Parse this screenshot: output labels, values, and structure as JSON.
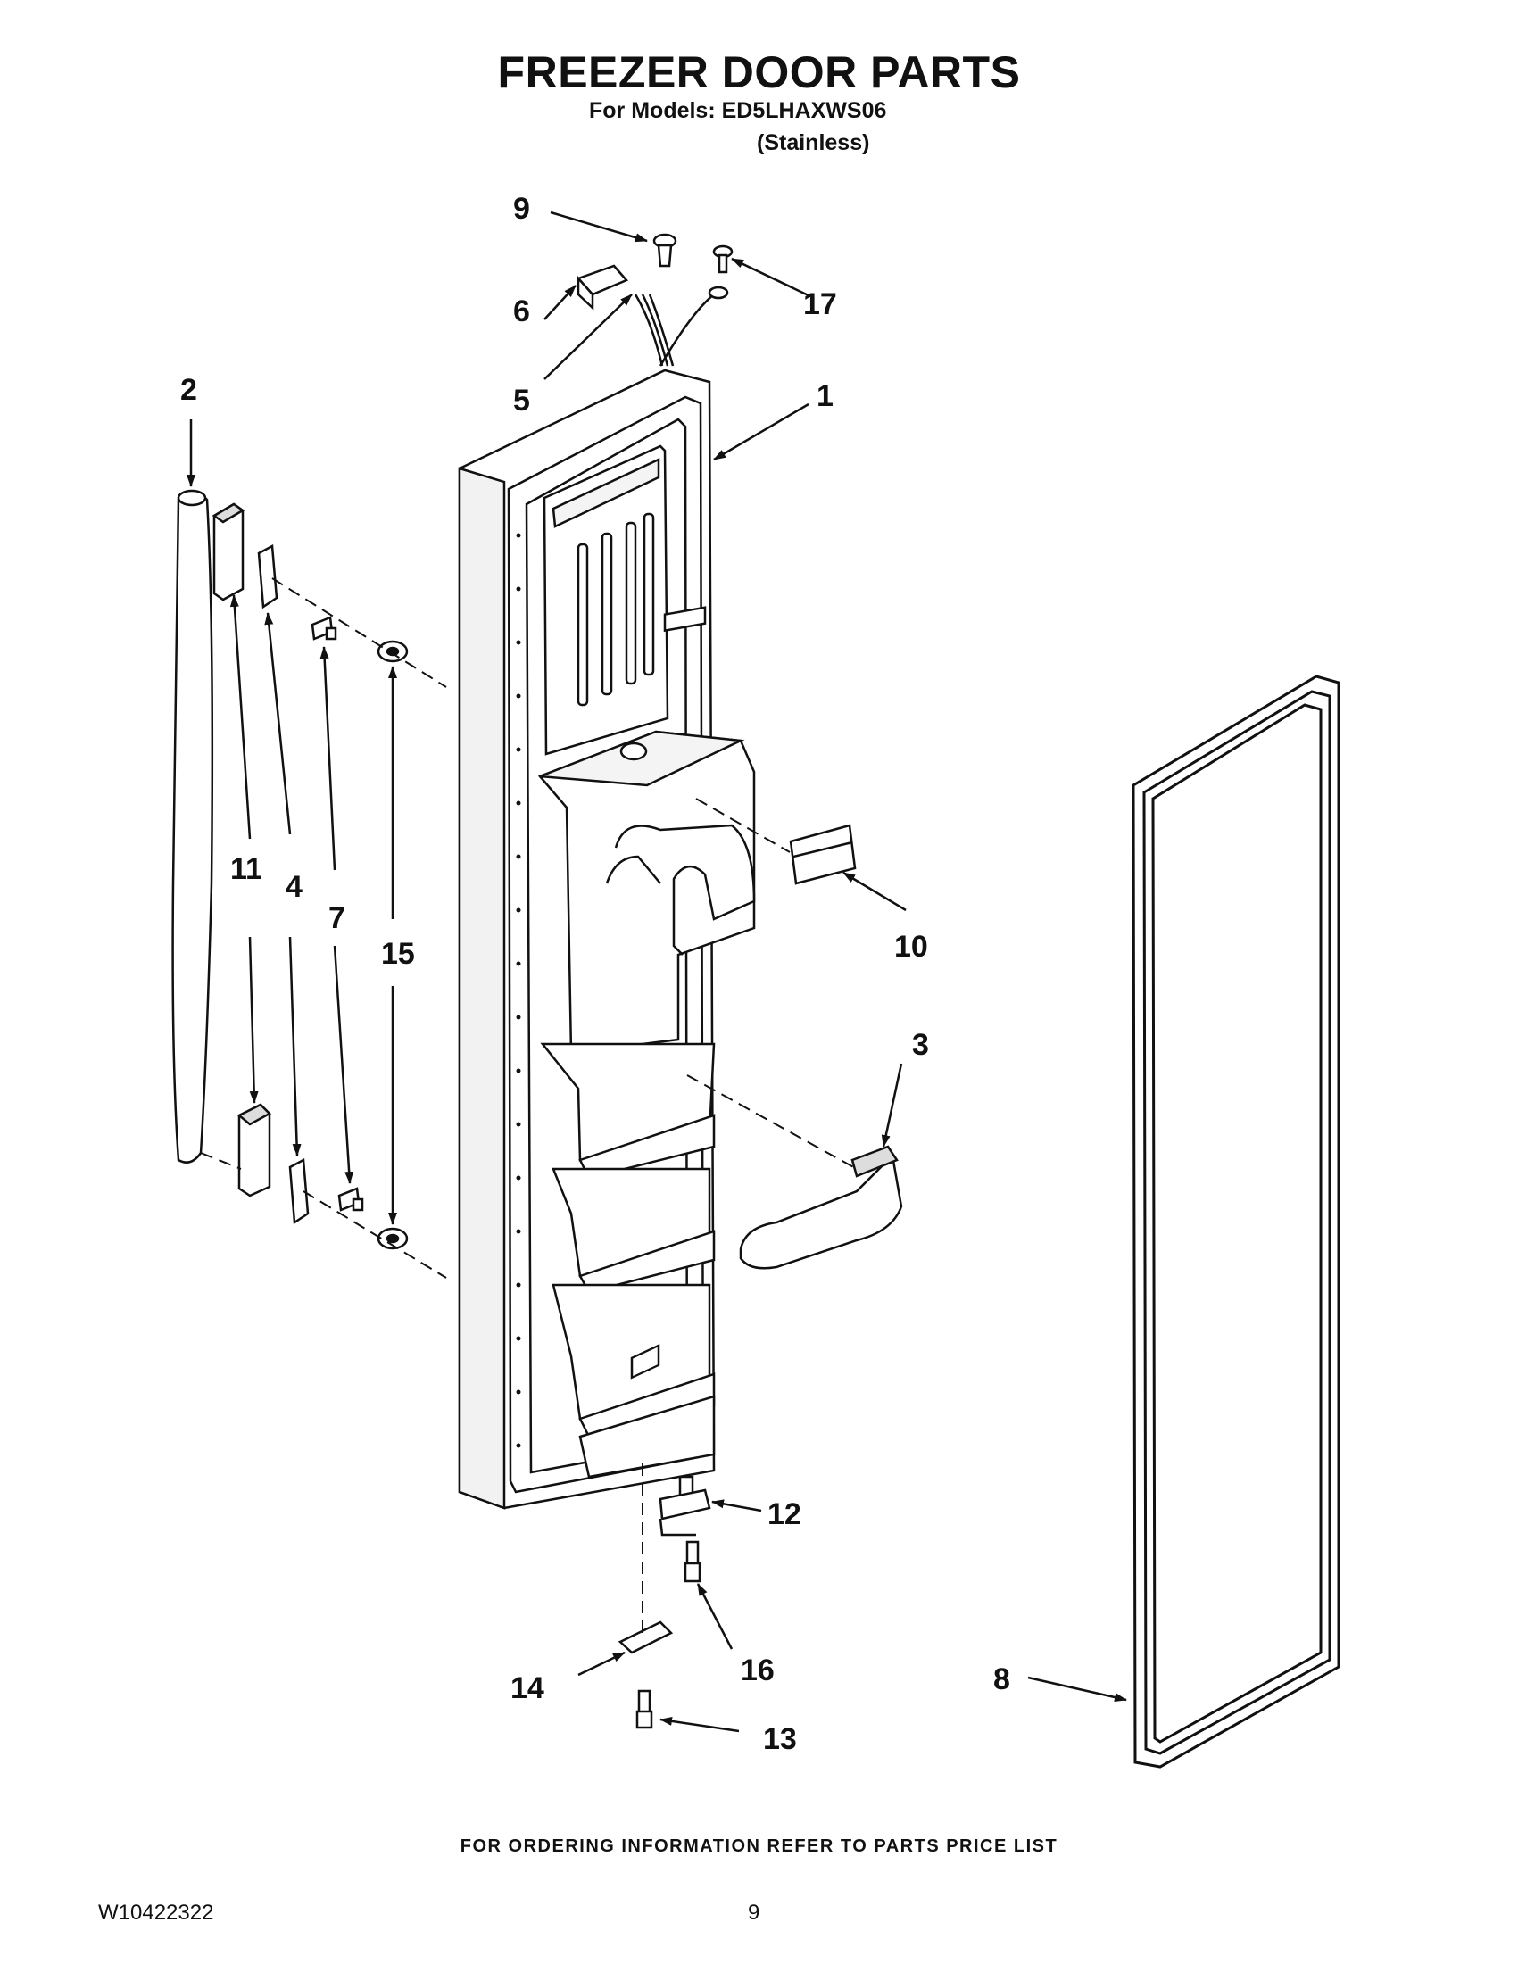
{
  "header": {
    "title": "FREEZER DOOR PARTS",
    "models_line": "For Models: ED5LHAXWS06",
    "variant": "(Stainless)"
  },
  "callouts": [
    "1",
    "2",
    "3",
    "4",
    "5",
    "6",
    "7",
    "8",
    "9",
    "10",
    "11",
    "12",
    "13",
    "14",
    "15",
    "16",
    "17"
  ],
  "footer": {
    "ordering_note": "FOR ORDERING INFORMATION REFER TO PARTS PRICE LIST",
    "doc_id": "W10422322",
    "page_number": "9"
  }
}
